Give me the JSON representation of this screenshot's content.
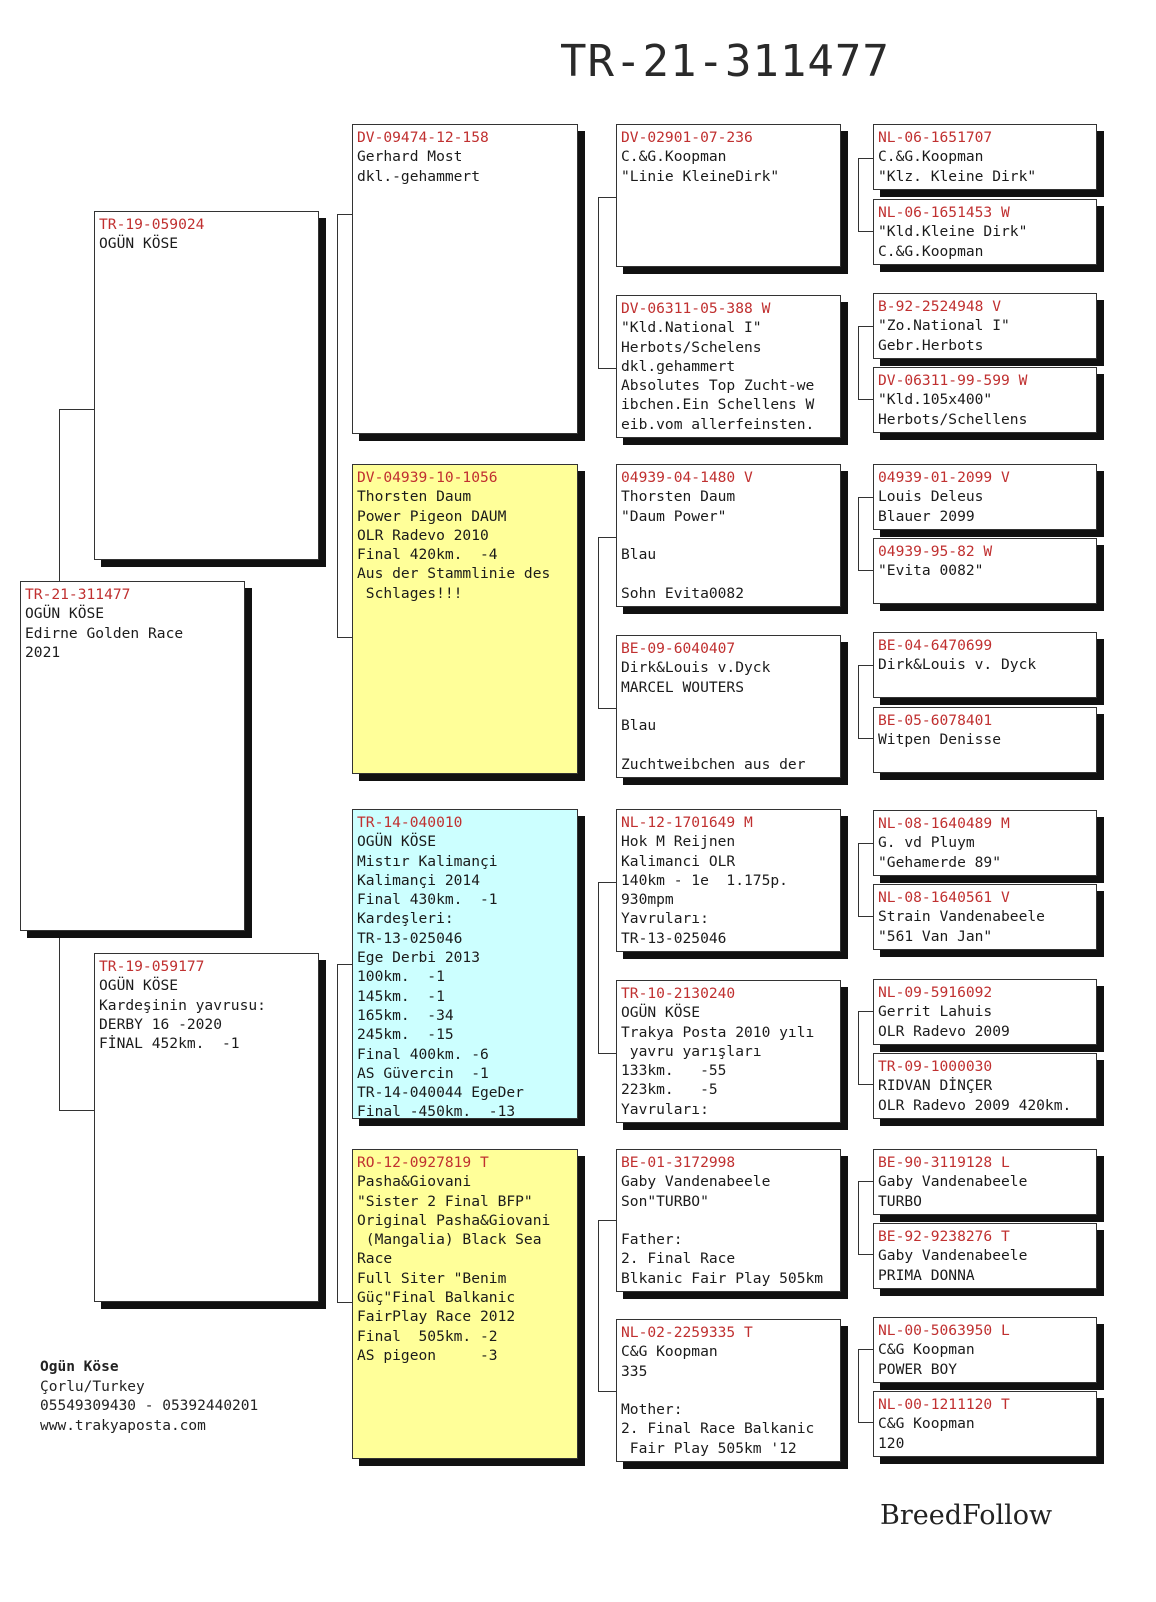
{
  "title": "TR-21-311477",
  "pigeon": {
    "id": "TR-21-311477",
    "lines": [
      "OGÜN KÖSE",
      "Edirne Golden Race",
      "2021"
    ]
  },
  "father": {
    "id": "TR-19-059024",
    "lines": [
      "OGÜN KÖSE"
    ]
  },
  "mother": {
    "id": "TR-19-059177",
    "lines": [
      "OGÜN KÖSE",
      "Kardeşinin yavrusu:",
      "DERBY 16 -2020",
      "FİNAL 452km.  -1"
    ]
  },
  "ff": {
    "id": "DV-09474-12-158",
    "lines": [
      "Gerhard Most",
      "dkl.-gehammert"
    ]
  },
  "fm": {
    "id": "DV-04939-10-1056",
    "lines": [
      "Thorsten Daum",
      "Power Pigeon DAUM",
      "OLR Radevo 2010",
      "Final 420km.  -4",
      "Aus der Stammlinie des",
      " Schlages!!!"
    ]
  },
  "mf": {
    "id": "TR-14-040010",
    "lines": [
      "OGÜN KÖSE",
      "Mistır Kalimançi",
      "Kalimançi 2014",
      "Final 430km.  -1",
      "Kardeşleri:",
      "TR-13-025046",
      "Ege Derbi 2013",
      "100km.  -1",
      "145km.  -1",
      "165km.  -34",
      "245km.  -15",
      "Final 400km. -6",
      "AS Güvercin  -1",
      "TR-14-040044 EgeDer",
      "Final -450km.  -13"
    ]
  },
  "mm": {
    "id": "RO-12-0927819 T",
    "lines": [
      "Pasha&Giovani",
      "\"Sister 2 Final BFP\"",
      "Original Pasha&Giovani",
      " (Mangalia) Black Sea",
      "Race",
      "Full Siter \"Benim",
      "Güç\"Final Balkanic",
      "FairPlay Race 2012",
      "Final  505km. -2",
      "AS pigeon     -3"
    ]
  },
  "fff": {
    "id": "DV-02901-07-236",
    "lines": [
      "C.&G.Koopman",
      "\"Linie KleineDirk\""
    ]
  },
  "ffm": {
    "id": "DV-06311-05-388 W",
    "lines": [
      "\"Kld.National I\"",
      "Herbots/Schelens",
      "dkl.gehammert",
      "Absolutes Top Zucht-we",
      "ibchen.Ein Schellens W",
      "eib.vom allerfeinsten."
    ]
  },
  "fmf": {
    "id": "04939-04-1480 V",
    "lines": [
      "Thorsten Daum",
      "\"Daum Power\"",
      "",
      "Blau",
      "",
      "Sohn Evita0082"
    ]
  },
  "fmm": {
    "id": "BE-09-6040407",
    "lines": [
      "Dirk&Louis v.Dyck",
      "MARCEL WOUTERS",
      "",
      "Blau",
      "",
      "Zuchtweibchen aus der"
    ]
  },
  "mff": {
    "id": "NL-12-1701649 M",
    "lines": [
      "Hok M Reijnen",
      "Kalimanci OLR",
      "140km - 1e  1.175p.",
      "930mpm",
      "Yavruları:",
      "TR-13-025046"
    ]
  },
  "mfm": {
    "id": "TR-10-2130240",
    "lines": [
      "OGÜN KÖSE",
      "Trakya Posta 2010 yılı",
      " yavru yarışları",
      "133km.   -55",
      "223km.   -5",
      "Yavruları:"
    ]
  },
  "mmf": {
    "id": "BE-01-3172998",
    "lines": [
      "Gaby Vandenabeele",
      "Son\"TURBO\"",
      "",
      "Father:",
      "2. Final Race",
      "Blkanic Fair Play 505km"
    ]
  },
  "mmm": {
    "id": "NL-02-2259335 T",
    "lines": [
      "C&G Koopman",
      "335",
      "",
      "Mother:",
      "2. Final Race Balkanic",
      " Fair Play 505km '12"
    ]
  },
  "g4": [
    {
      "id": "NL-06-1651707",
      "lines": [
        "C.&G.Koopman",
        "\"Klz. Kleine Dirk\""
      ]
    },
    {
      "id": "NL-06-1651453 W",
      "lines": [
        "\"Kld.Kleine Dirk\"",
        "C.&G.Koopman"
      ]
    },
    {
      "id": "B-92-2524948 V",
      "lines": [
        "\"Zo.National I\"",
        "Gebr.Herbots"
      ]
    },
    {
      "id": "DV-06311-99-599 W",
      "lines": [
        "\"Kld.105x400\"",
        "Herbots/Schellens"
      ]
    },
    {
      "id": "04939-01-2099 V",
      "lines": [
        "Louis Deleus",
        "Blauer 2099"
      ]
    },
    {
      "id": "04939-95-82 W",
      "lines": [
        "\"Evita 0082\""
      ]
    },
    {
      "id": "BE-04-6470699",
      "lines": [
        "Dirk&Louis v. Dyck"
      ]
    },
    {
      "id": "BE-05-6078401",
      "lines": [
        "Witpen Denisse"
      ]
    },
    {
      "id": "NL-08-1640489 M",
      "lines": [
        "G. vd Pluym",
        "\"Gehamerde 89\""
      ]
    },
    {
      "id": "NL-08-1640561 V",
      "lines": [
        "Strain Vandenabeele",
        "\"561 Van Jan\""
      ]
    },
    {
      "id": "NL-09-5916092",
      "lines": [
        "Gerrit Lahuis",
        "OLR Radevo 2009"
      ]
    },
    {
      "id": "TR-09-1000030",
      "lines": [
        "RIDVAN DİNÇER",
        "OLR Radevo 2009 420km."
      ]
    },
    {
      "id": "BE-90-3119128 L",
      "lines": [
        "Gaby Vandenabeele",
        "TURBO"
      ]
    },
    {
      "id": "BE-92-9238276 T",
      "lines": [
        "Gaby Vandenabeele",
        "PRIMA DONNA"
      ]
    },
    {
      "id": "NL-00-5063950 L",
      "lines": [
        "C&G Koopman",
        "POWER BOY"
      ]
    },
    {
      "id": "NL-00-1211120 T",
      "lines": [
        "C&G Koopman",
        "120"
      ]
    }
  ],
  "owner": {
    "name": "Ogün Köse",
    "city": "Çorlu/Turkey",
    "phones": "05549309430 - 05392440201",
    "website": "www.trakyaposta.com"
  },
  "brand": "BreedFollow"
}
